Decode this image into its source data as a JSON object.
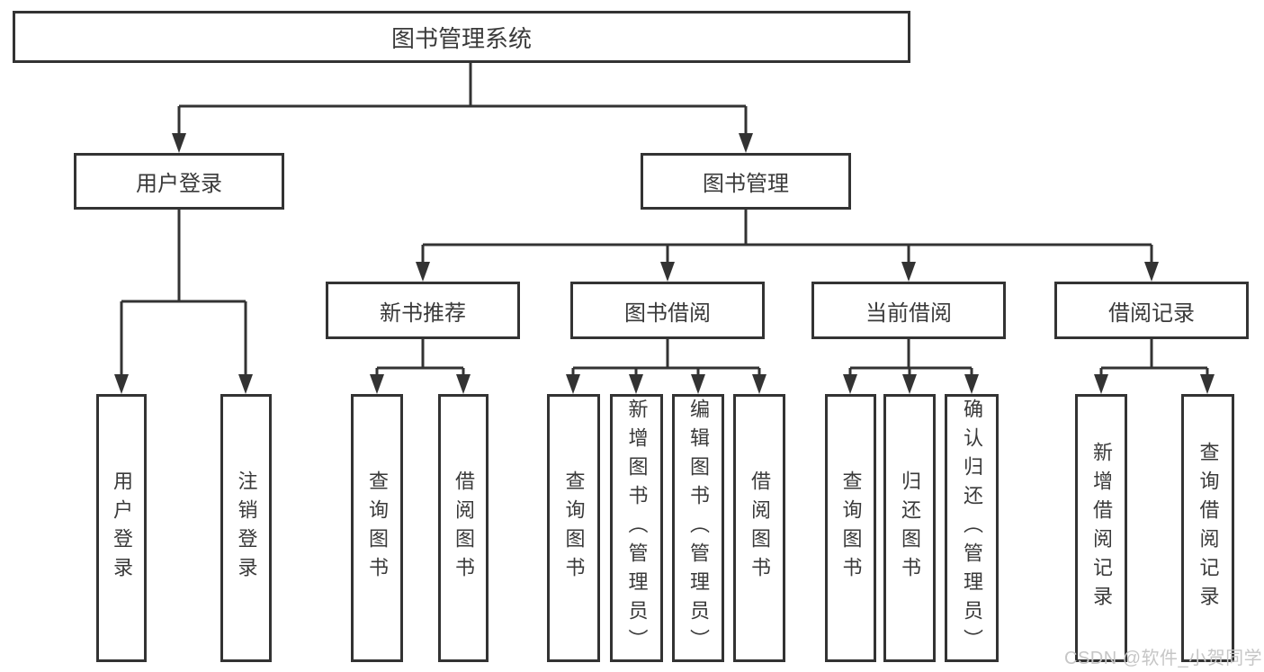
{
  "tree": {
    "root": {
      "label": "图书管理系统"
    },
    "level2": [
      {
        "label": "用户登录",
        "children": [
          {
            "label": "用户登录"
          },
          {
            "label": "注销登录"
          }
        ]
      },
      {
        "label": "图书管理",
        "children": [
          {
            "label": "新书推荐",
            "children": [
              {
                "label": "查询图书"
              },
              {
                "label": "借阅图书"
              }
            ]
          },
          {
            "label": "图书借阅",
            "children": [
              {
                "label": "查询图书"
              },
              {
                "label": "新增图书（管理员）"
              },
              {
                "label": "编辑图书（管理员）"
              },
              {
                "label": "借阅图书"
              }
            ]
          },
          {
            "label": "当前借阅",
            "children": [
              {
                "label": "查询图书"
              },
              {
                "label": "归还图书"
              },
              {
                "label": "确认归还（管理员）"
              }
            ]
          },
          {
            "label": "借阅记录",
            "children": [
              {
                "label": "新增借阅记录"
              },
              {
                "label": "查询借阅记录"
              }
            ]
          }
        ]
      }
    ]
  },
  "watermark": {
    "text": "CSDN @软件_小贺同学"
  },
  "colors": {
    "line": "#333333",
    "box_border": "#333333",
    "text": "#3a3a3a",
    "watermark": "#c6c6c6",
    "background": "#ffffff"
  }
}
